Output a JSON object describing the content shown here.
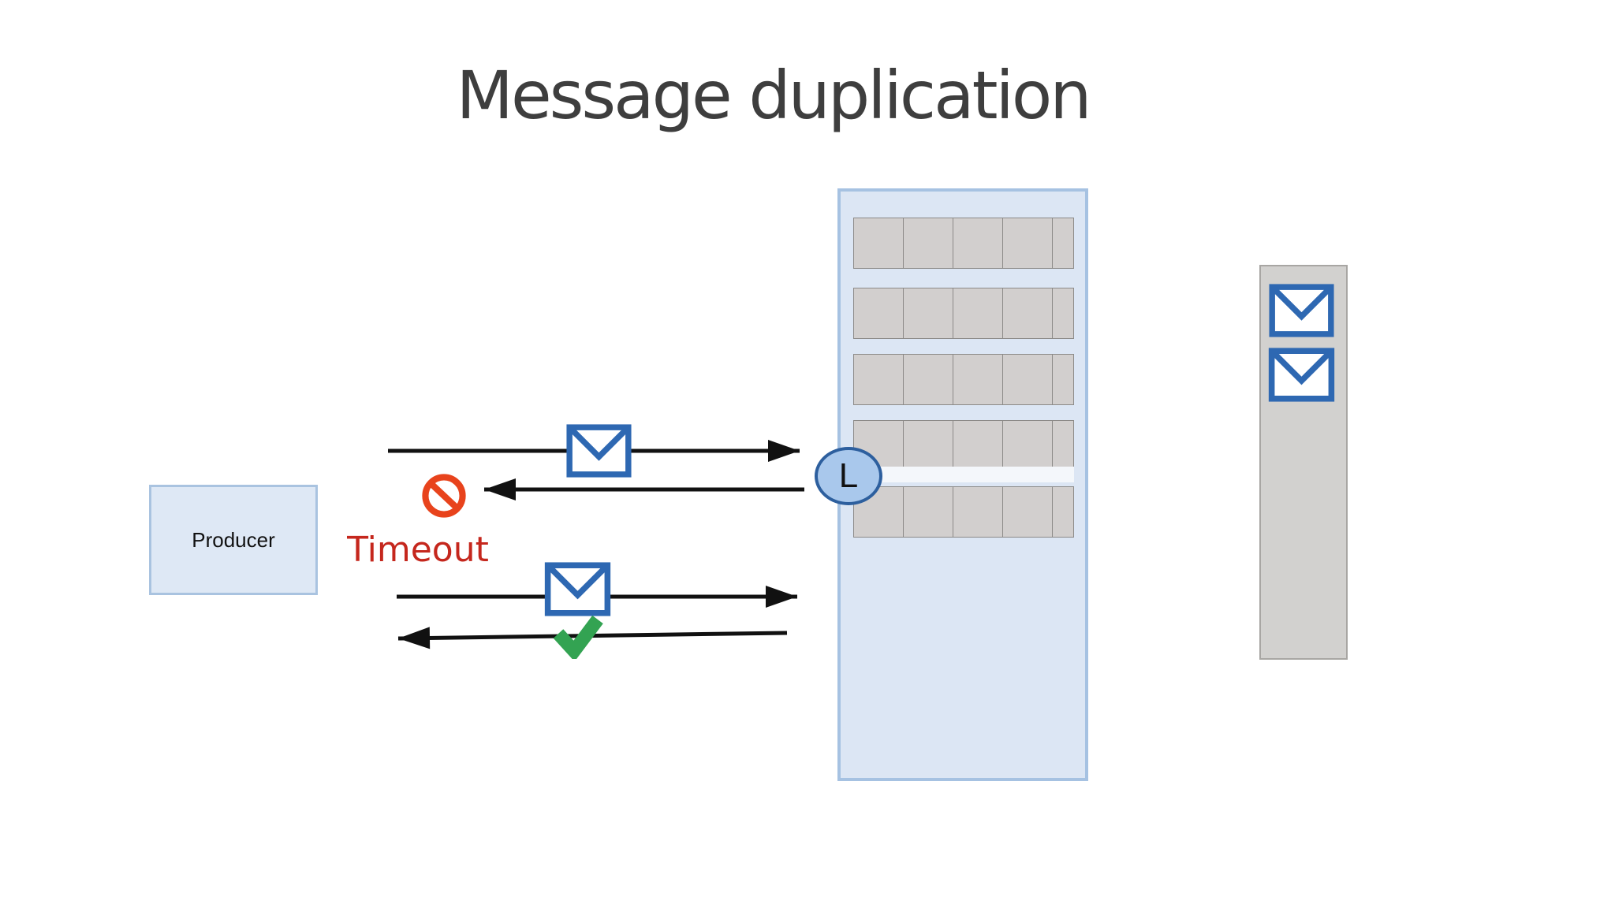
{
  "title": "Message duplication",
  "producer": {
    "label": "Producer"
  },
  "broker": {
    "leader_label": "L",
    "log_rows": 5,
    "cells_per_row": 5
  },
  "replica": {
    "message_count": 2
  },
  "flow": {
    "timeout_label": "Timeout",
    "first_send": "message sent to leader",
    "first_response": "blocked (timeout)",
    "second_send": "message re-sent to leader",
    "second_response": "acknowledged"
  },
  "icons": {
    "envelope": "envelope-icon",
    "prohibited": "prohibited-icon",
    "check": "check-icon",
    "leader_badge": "leader-badge"
  },
  "colors": {
    "title_gray": "#3e3e3e",
    "box_blue_fill": "#dce6f4",
    "box_blue_border": "#a6c2e2",
    "producer_fill": "#dee8f5",
    "log_cell_gray": "#d2cfce",
    "replica_gray": "#d2d1cf",
    "envelope_blue": "#2e68b2",
    "leader_fill": "#a9c8ec",
    "leader_border": "#2d5f9e",
    "timeout_red": "#c5271d",
    "prohibited_orange": "#e8431c",
    "check_green": "#33a352",
    "arrow_black": "#111111"
  }
}
